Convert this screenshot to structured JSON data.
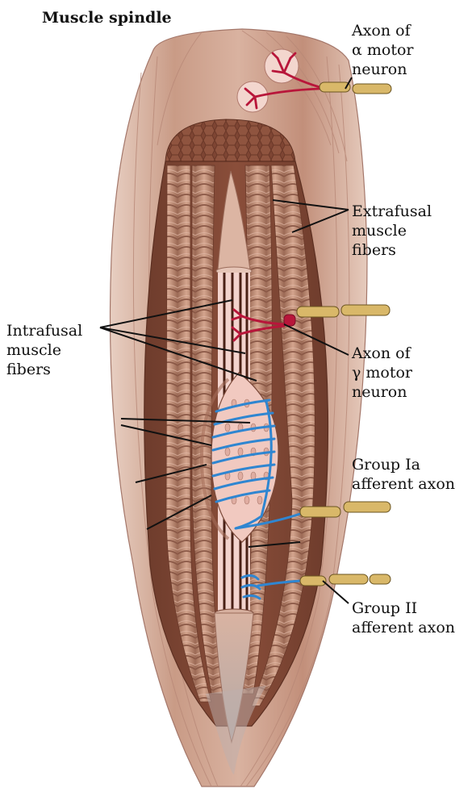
{
  "title": "Muscle spindle",
  "labels": {
    "alpha_axon": [
      "Axon of",
      "α motor",
      "neuron"
    ],
    "extrafusal": [
      "Extrafusal",
      "muscle",
      "fibers"
    ],
    "intrafusal": [
      "Intrafusal",
      "muscle",
      "fibers"
    ],
    "gamma_axon": [
      "Axon of",
      "γ motor",
      "neuron"
    ],
    "group_ia": [
      "Group Ia",
      "afferent axon"
    ],
    "group_ii": [
      "Group II",
      "afferent axon"
    ]
  },
  "colors": {
    "muscle": "#c89a86",
    "muscle_dark": "#9a6a58",
    "fiber": "#b9856f",
    "capsule": "#f1c9c0",
    "motor_nerve": "#b8163a",
    "afferent": "#2f86d1",
    "axon_sheath": "#d9b869",
    "line": "#111111"
  }
}
